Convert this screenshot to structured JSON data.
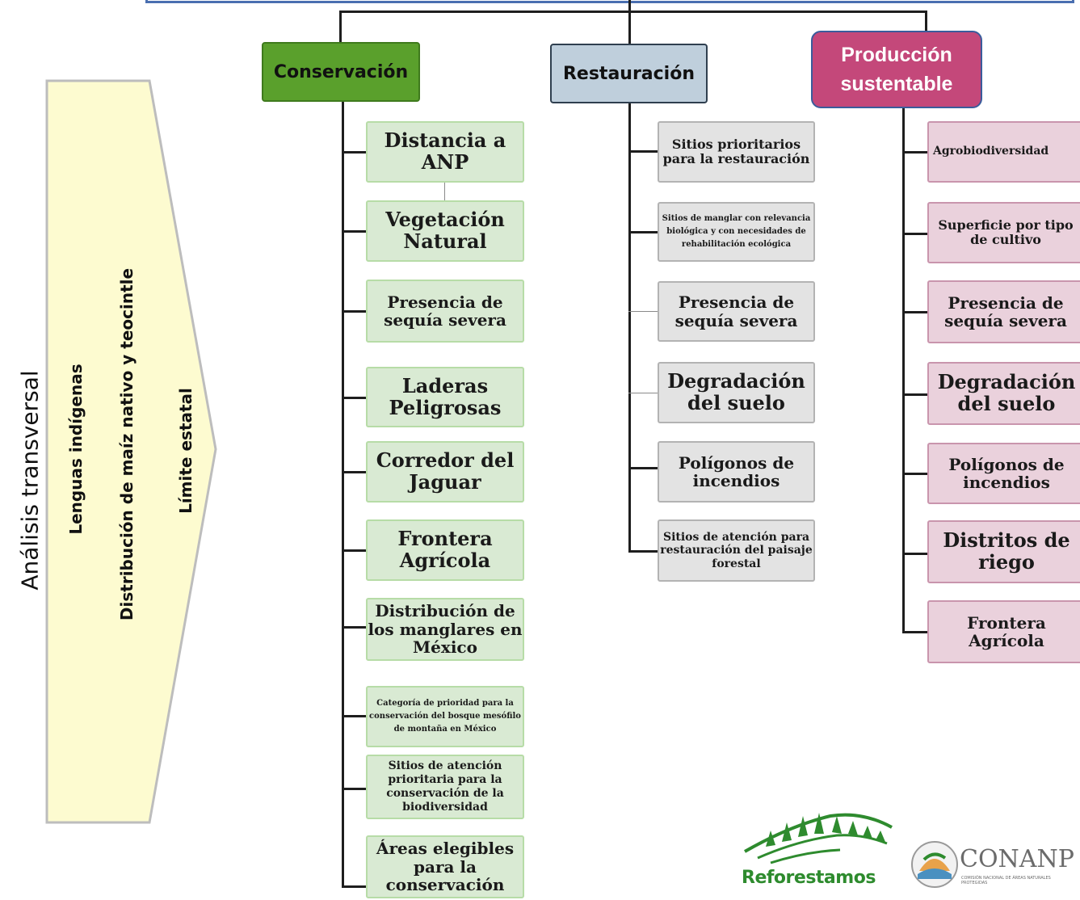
{
  "colors": {
    "conservacion_header": "#5aa02c",
    "restauracion_header": "#bfcfdc",
    "produccion_header": "#c4487a",
    "conservacion_box": "#d9ead3",
    "restauracion_box": "#e3e3e3",
    "produccion_box": "#ead1dc",
    "arrow_fill": "#fdfbd0",
    "top_bar": "#4a6fb0",
    "refo_green": "#2e8b2e",
    "conanp_gray": "#6b6b6b"
  },
  "headers": {
    "conservacion": "Conservación",
    "restauracion": "Restauración",
    "produccion": "Producción sustentable"
  },
  "conservacion_items": [
    "Distancia a ANP",
    "Vegetación Natural",
    "Presencia de sequía severa",
    "Laderas Peligrosas",
    "Corredor del Jaguar",
    "Frontera Agrícola",
    "Distribución de los manglares en México",
    "Categoría de prioridad para la conservación del bosque mesófilo de montaña en México",
    "Sitios de atención prioritaria para la conservación de la biodiversidad",
    "Áreas elegibles para la conservación"
  ],
  "restauracion_items": [
    "Sitios prioritarios para la restauración",
    "Sitios de manglar con relevancia biológica y con necesidades de rehabilitación ecológica",
    "Presencia de sequía severa",
    "Degradación del suelo",
    "Polígonos de incendios",
    "Sitios de atención para restauración del paisaje forestal"
  ],
  "produccion_items": [
    "Agrobiodiversidad",
    "Superficie por tipo de cultivo",
    "Presencia de sequía severa",
    "Degradación del suelo",
    "Polígonos de incendios",
    "Distritos de riego",
    "Frontera Agrícola"
  ],
  "transversal": {
    "title": "Análisis transversal",
    "items": [
      "Lenguas indígenas",
      "Distribución de maíz nativo y teocintle",
      "Límite estatal"
    ]
  },
  "logos": {
    "reforestamos": "Reforestamos",
    "conanp": "CONANP",
    "conanp_sub": "COMISIÓN NACIONAL DE ÁREAS NATURALES PROTEGIDAS"
  }
}
